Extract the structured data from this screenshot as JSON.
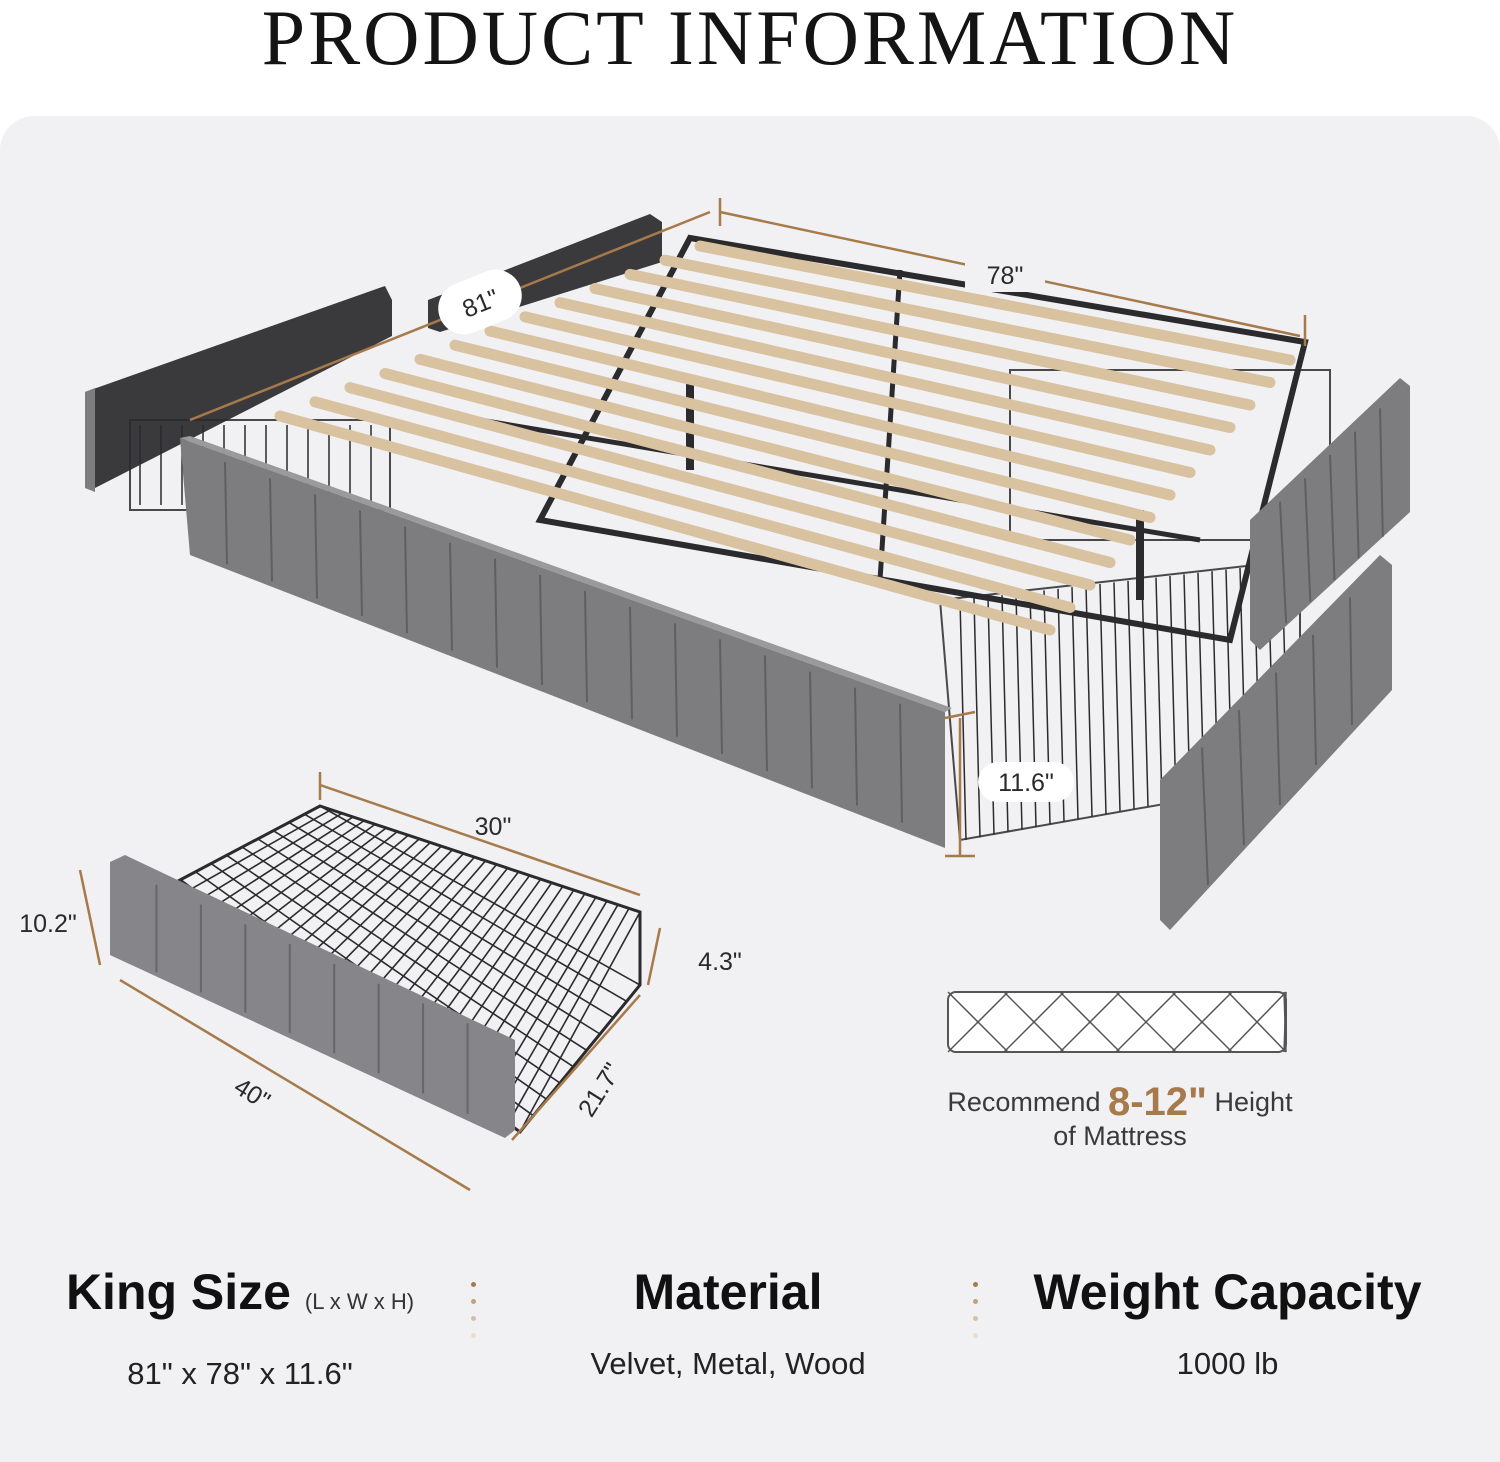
{
  "title": "PRODUCT INFORMATION",
  "bed_dimensions": {
    "length": "81\"",
    "width": "78\"",
    "height": "11.6\""
  },
  "drawer_dimensions": {
    "depth": "30\"",
    "front_height": "10.2\"",
    "basket_height": "4.3\"",
    "width": "40\"",
    "side": "21.7\""
  },
  "mattress": {
    "prefix": "Recommend",
    "range": "8-12\"",
    "suffix": "Height",
    "line2": "of Mattress"
  },
  "specs": {
    "size_heading": "King Size",
    "size_sub": "(L x W x H)",
    "size_value": "81\" x 78\" x 11.6\"",
    "material_heading": "Material",
    "material_value": "Velvet, Metal, Wood",
    "capacity_heading": "Weight Capacity",
    "capacity_value": "1000 lb"
  },
  "colors": {
    "accent": "#a67a4a",
    "velvet": "#7d7d80",
    "slat": "#d8c2a0",
    "metal": "#2b2b2e"
  }
}
